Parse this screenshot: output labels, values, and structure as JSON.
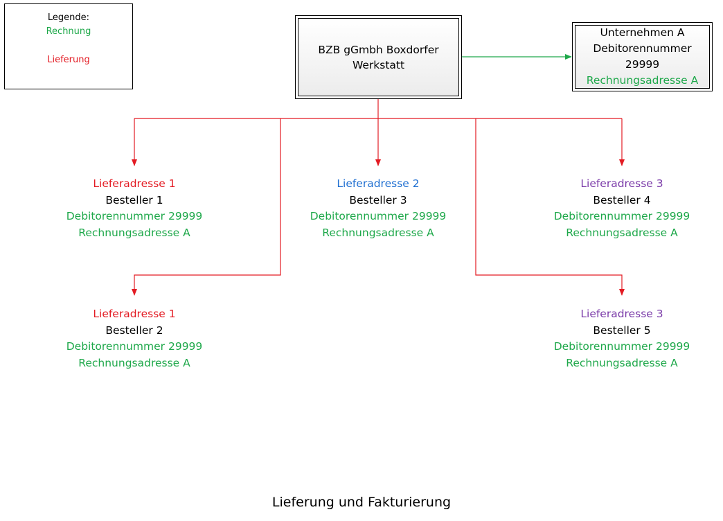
{
  "legend": {
    "title": "Legende:",
    "rechnung_label": "Rechnung",
    "lieferung_label": "Lieferung"
  },
  "main_node": {
    "label": "BZB gGmbh Boxdorfer Werkstatt"
  },
  "company_node": {
    "name": "Unternehmen A",
    "debitor_label": "Debitorennummer",
    "debitor_number": "29999",
    "billing": "Rechnungsadresse A"
  },
  "nodes": [
    {
      "delivery": "Lieferadresse 1",
      "orderer": "Besteller 1",
      "debitor": "Debitorennummer 29999",
      "billing": "Rechnungsadresse A"
    },
    {
      "delivery": "Lieferadresse 2",
      "orderer": "Besteller 3",
      "debitor": "Debitorennummer 29999",
      "billing": "Rechnungsadresse A"
    },
    {
      "delivery": "Lieferadresse 3",
      "orderer": "Besteller 4",
      "debitor": "Debitorennummer 29999",
      "billing": "Rechnungsadresse A"
    },
    {
      "delivery": "Lieferadresse 1",
      "orderer": "Besteller 2",
      "debitor": "Debitorennummer 29999",
      "billing": "Rechnungsadresse A"
    },
    {
      "delivery": "Lieferadresse 3",
      "orderer": "Besteller 5",
      "debitor": "Debitorennummer 29999",
      "billing": "Rechnungsadresse A"
    }
  ],
  "colors": {
    "rechnung": "#1ea84a",
    "lieferung": "#e31b23",
    "lieferadresse_1": "#e31b23",
    "lieferadresse_2": "#1f6fd1",
    "lieferadresse_3": "#7a3aa8"
  },
  "caption": "Lieferung und Fakturierung"
}
